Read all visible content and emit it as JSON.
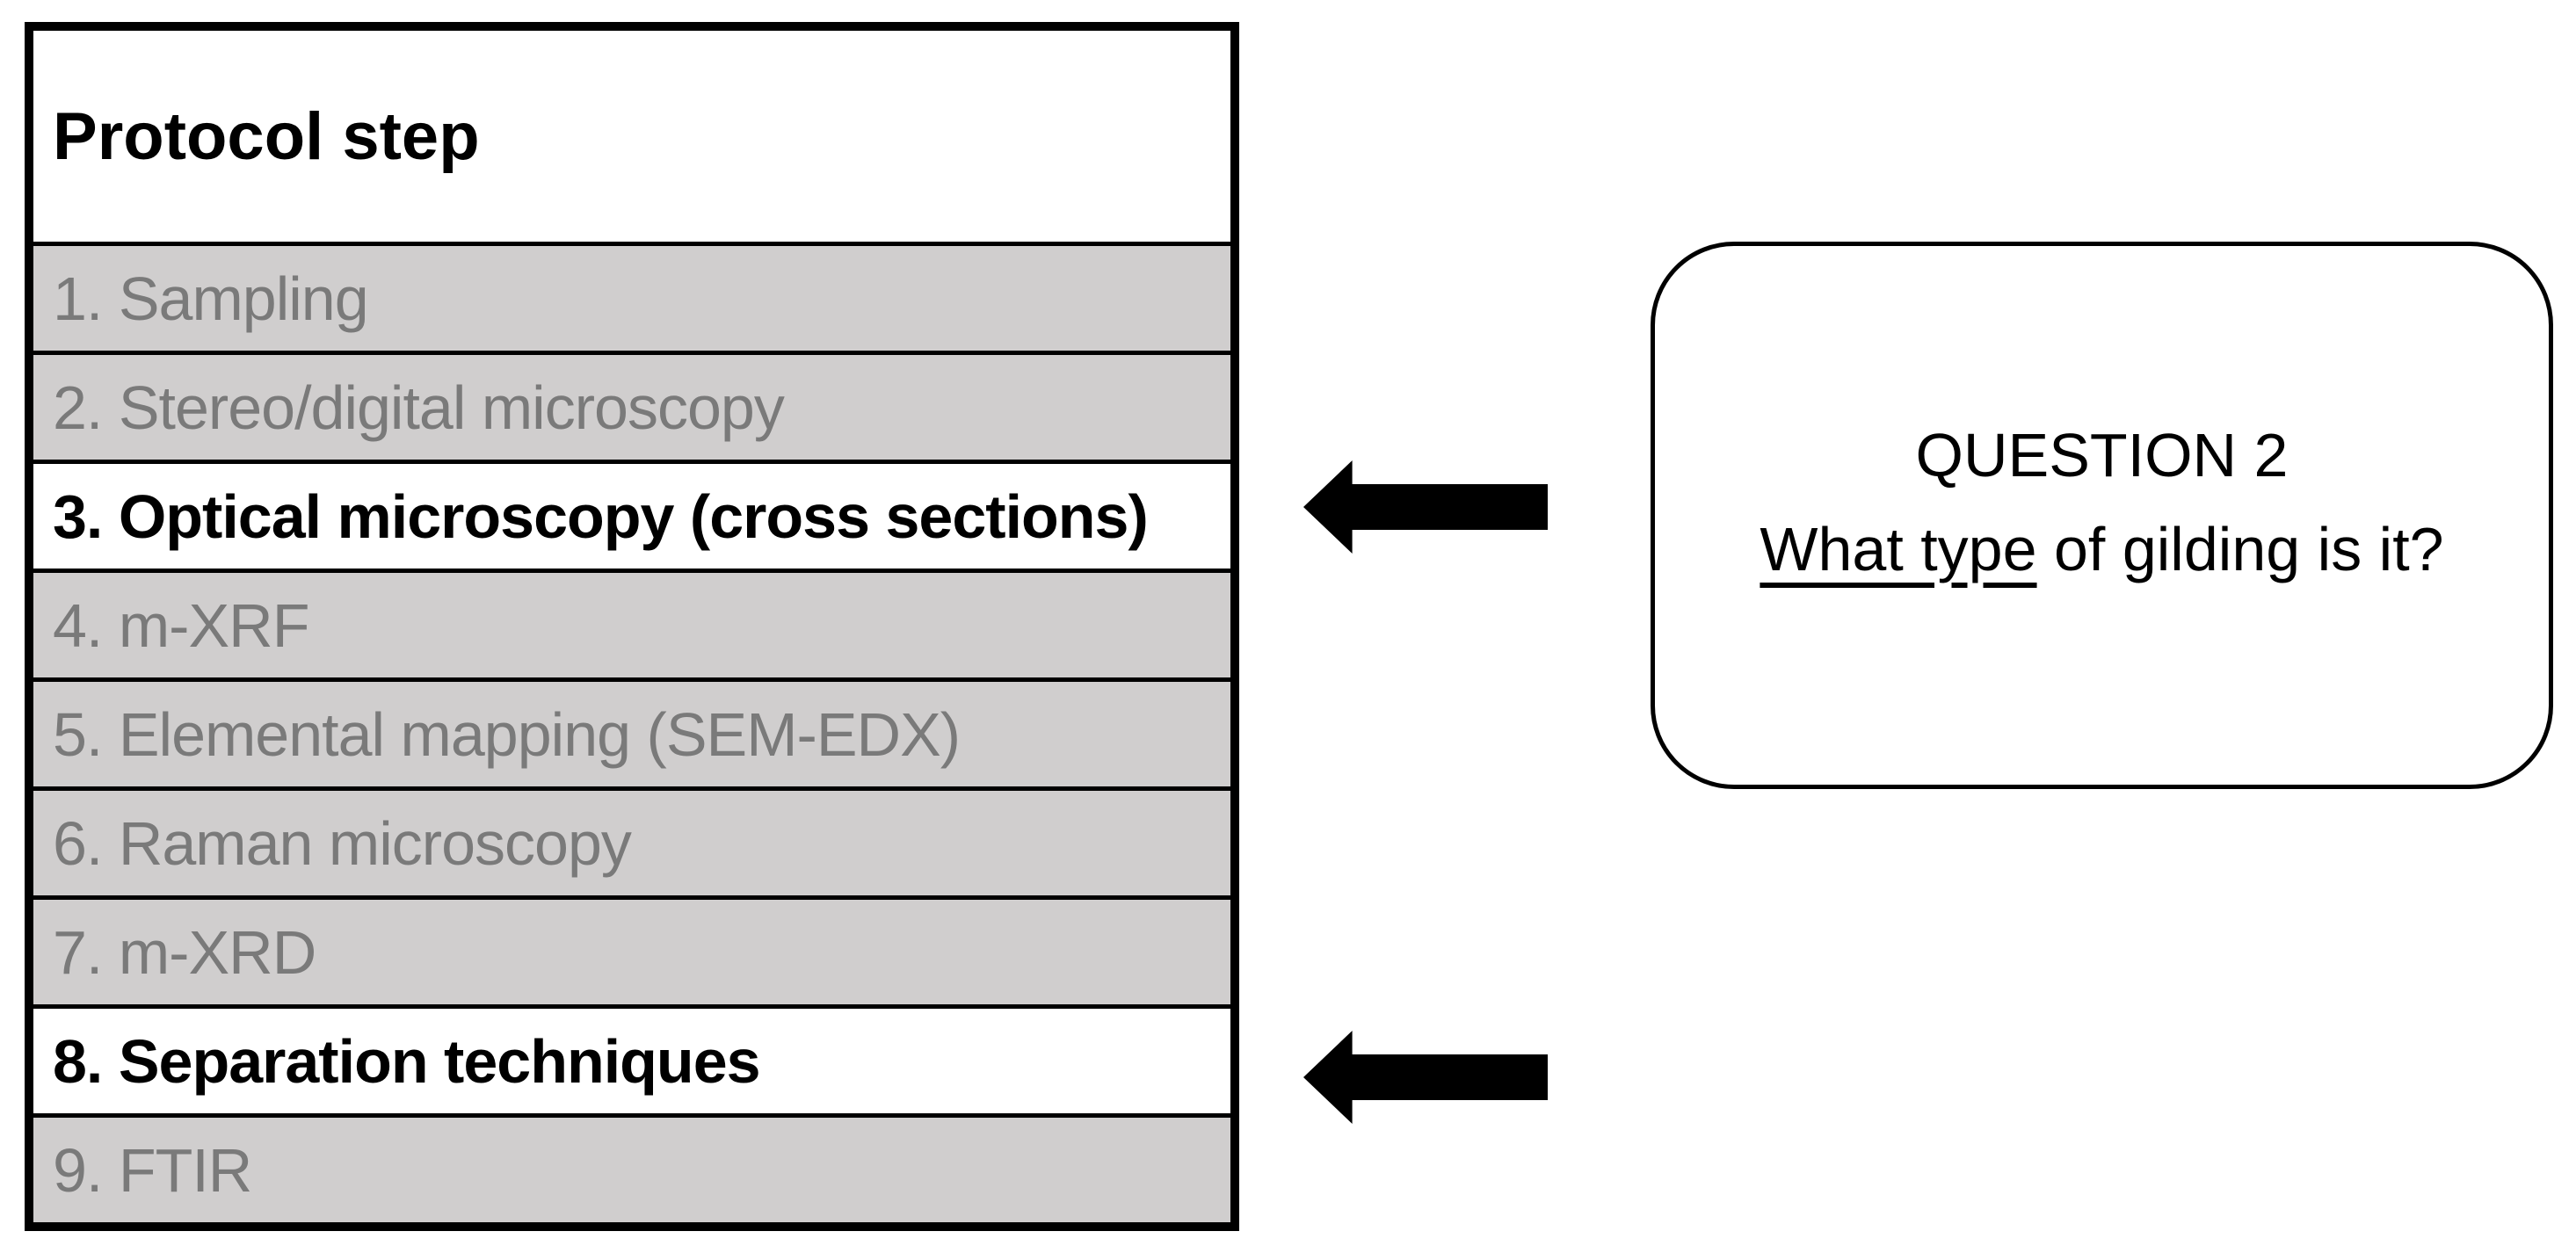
{
  "table": {
    "header": "Protocol step",
    "rows": [
      {
        "label": "1. Sampling",
        "emphasized": false
      },
      {
        "label": "2. Stereo/digital microscopy",
        "emphasized": false
      },
      {
        "label": "3. Optical microscopy (cross sections)",
        "emphasized": true
      },
      {
        "label": "4. m-XRF",
        "emphasized": false
      },
      {
        "label": "5. Elemental mapping (SEM-EDX)",
        "emphasized": false
      },
      {
        "label": "6. Raman microscopy",
        "emphasized": false
      },
      {
        "label": "7. m-XRD",
        "emphasized": false
      },
      {
        "label": "8. Separation techniques",
        "emphasized": true
      },
      {
        "label": "9. FTIR",
        "emphasized": false
      }
    ]
  },
  "callout": {
    "title": "QUESTION 2",
    "question_underlined": "What type",
    "question_rest": " of gilding is it?"
  },
  "arrows": [
    {
      "name": "arrow-to-step-3",
      "direction": "left",
      "points_to": "3. Optical microscopy (cross sections)"
    },
    {
      "name": "arrow-to-step-8",
      "direction": "left",
      "points_to": "8. Separation techniques"
    }
  ],
  "colors": {
    "row_dim_background": "#d0cece",
    "row_dim_text": "#7a7a7a",
    "emphasis_text": "#000000",
    "border": "#000000",
    "background": "#ffffff"
  }
}
